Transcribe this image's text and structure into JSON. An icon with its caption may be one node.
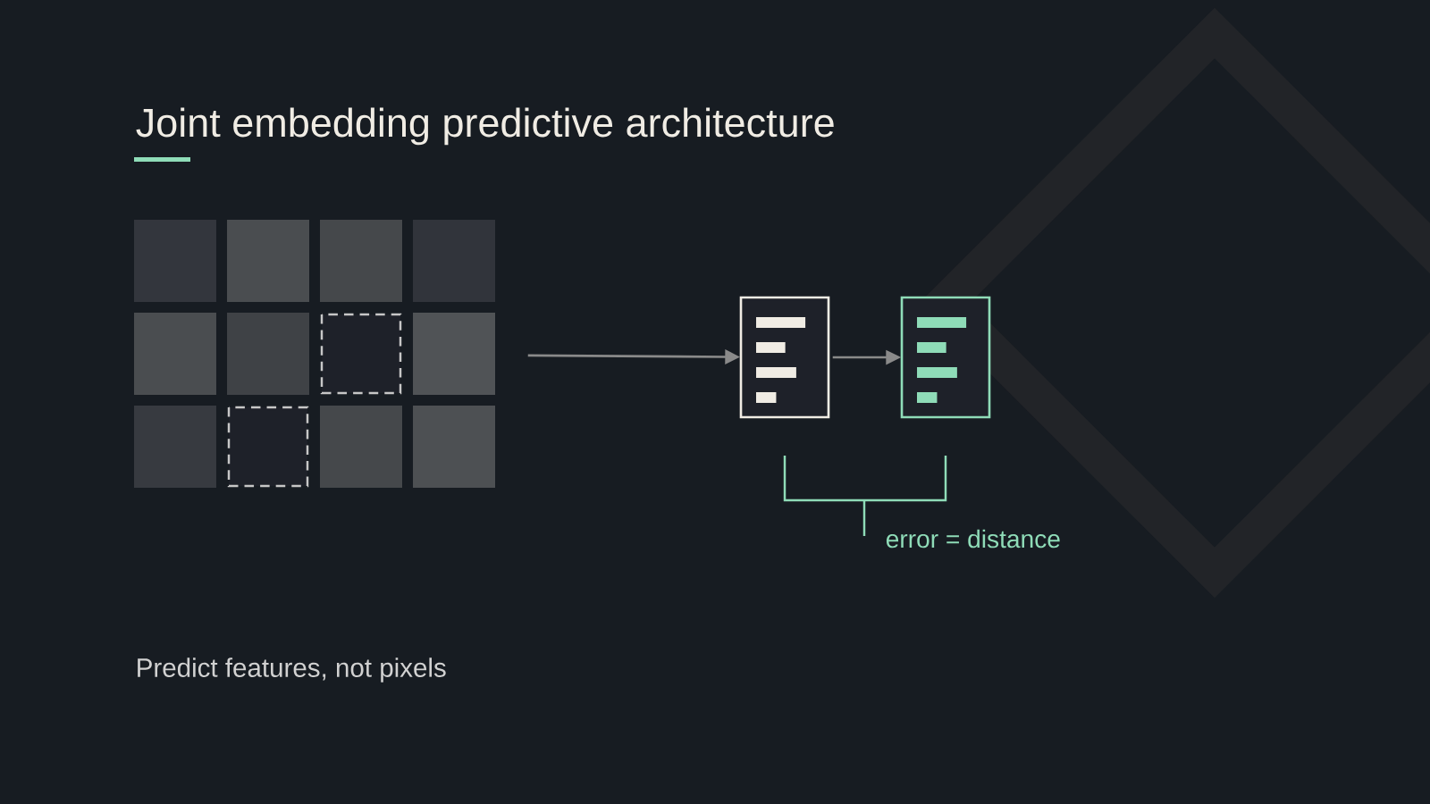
{
  "diagram": {
    "title": "Joint embedding predictive architecture",
    "caption": "Predict features, not pixels",
    "nodes": [
      {
        "text": [],
        "shape": "picture"
      },
      {
        "text": [],
        "shape": "box"
      },
      {
        "text": [],
        "shape": "box"
      }
    ],
    "edges": [
      {
        "from": 0,
        "to": 1,
        "arrow": "to"
      },
      {
        "from": 1,
        "to": 2,
        "arrow": "to"
      }
    ],
    "labels": [
      "error = distance"
    ]
  }
}
